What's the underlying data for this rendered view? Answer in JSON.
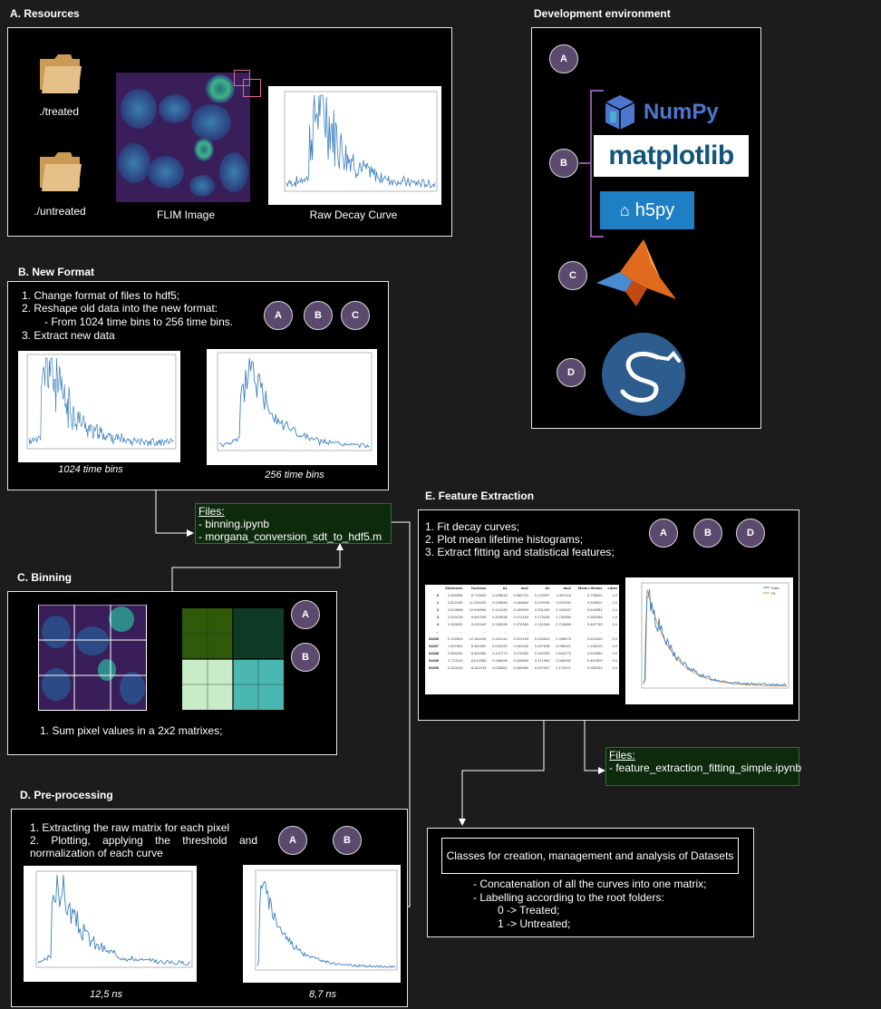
{
  "sections": {
    "A": {
      "title": "A. Resources",
      "treated": "./treated",
      "untreated": "./untreated",
      "flim": "FLIM Image",
      "raw": "Raw Decay Curve"
    },
    "B": {
      "title": "B. New Format",
      "line1": "1. Change format of files to hdf5;",
      "line2": "2. Reshape old data into the new format:",
      "line3": "- From 1024 time bins to 256 time bins.",
      "line4": "3. Extract new data",
      "cap1": "1024 time bins",
      "cap2": "256 time bins"
    },
    "C": {
      "title": "C. Binning",
      "line1": "1. Sum pixel values in a 2x2 matrixes;"
    },
    "D": {
      "title": "D. Pre-processing",
      "line1": "1. Extracting the raw matrix for each pixel",
      "line2a": "2. Plotting, applying the threshold and",
      "line2b": "normalization of each curve",
      "cap1": "12,5 ns",
      "cap2": "8,7 ns"
    },
    "E": {
      "title": "E. Feature Extraction",
      "line1": "1. Fit decay curves;",
      "line2": "2. Plot mean lifetime histograms;",
      "line3": "3. Extract fitting and statistical features;",
      "legend1": "Data",
      "legend2": "Fit"
    },
    "dev": {
      "title": "Development environment",
      "numpy": "NumPy",
      "matplotlib": "matplotlib",
      "h5py": "h5py"
    }
  },
  "badges": {
    "a": "A",
    "b": "B",
    "c": "C",
    "d": "D"
  },
  "files1": {
    "head": "Files:",
    "l1": "- binning.ipynb",
    "l2": "- morgana_conversion_sdt_to_hdf5.m"
  },
  "files2": {
    "head": "Files:",
    "l1": "- feature_extraction_fitting_simple.ipynb"
  },
  "classes": {
    "title": "Classes for creation, management and analysis of Datasets",
    "l1": "- Concatenation of all the curves into one matrix;",
    "l2": "- Labelling according to the root folders:",
    "l3": "0 -> Treated;",
    "l4": "1 -> Untreated;"
  },
  "table": {
    "headers": [
      "Skewness",
      "Kurtosis",
      "A1",
      "tau1",
      "A2",
      "tau2",
      "Mean Lifetime",
      "Label"
    ],
    "rows": [
      [
        "0",
        "2.569906",
        "8.715942",
        "0.228518",
        "0.080731",
        "0.122597",
        "4.492116",
        "0.735849",
        "1.0"
      ],
      [
        "1",
        "2.822155",
        "11.246203",
        "0.106656",
        "0.186864",
        "0.229206",
        "2.022934",
        "0.530801",
        "1.0"
      ],
      [
        "2",
        "2.514898",
        "10.946966",
        "0.101030",
        "0.185993",
        "0.331345",
        "2.425487",
        "0.540381",
        "1.0"
      ],
      [
        "3",
        "2.915218",
        "8.941545",
        "0.203636",
        "0.472164",
        "0.175426",
        "2.750566",
        "0.583268",
        "1.0"
      ],
      [
        "4",
        "2.963639",
        "9.601162",
        "0.158338",
        "0.376363",
        "0.211546",
        "2.715688",
        "0.487753",
        "1.0"
      ],
      [
        "...",
        "...",
        "...",
        "...",
        "...",
        "...",
        "...",
        "...",
        "..."
      ],
      [
        "54385",
        "2.192824",
        "12.164439",
        "0.104144",
        "0.220163",
        "0.269524",
        "2.338075",
        "0.623349",
        "0.0"
      ],
      [
        "54387",
        "1.997692",
        "8.480352",
        "0.028782",
        "0.160349",
        "0.267538",
        "2.098021",
        "1.156015",
        "0.0"
      ],
      [
        "54388",
        "2.583255",
        "8.384355",
        "0.107279",
        "0.176352",
        "0.342255",
        "2.516279",
        "0.616383",
        "0.0"
      ],
      [
        "54389",
        "2.713112",
        "8.613383",
        "0.168096",
        "0.045563",
        "0.371995",
        "2.066992",
        "0.467809",
        "0.0"
      ],
      [
        "54390",
        "2.343316",
        "8.442133",
        "0.038362",
        "0.285969",
        "0.267097",
        "2.176971",
        "0.385334",
        "0.0"
      ]
    ]
  },
  "colors": {
    "panel": "#000000",
    "background": "#1c1c1c",
    "badge": "#5b4a6e",
    "files_bg": "#0d2a0d",
    "curve": "#3a80c0"
  }
}
